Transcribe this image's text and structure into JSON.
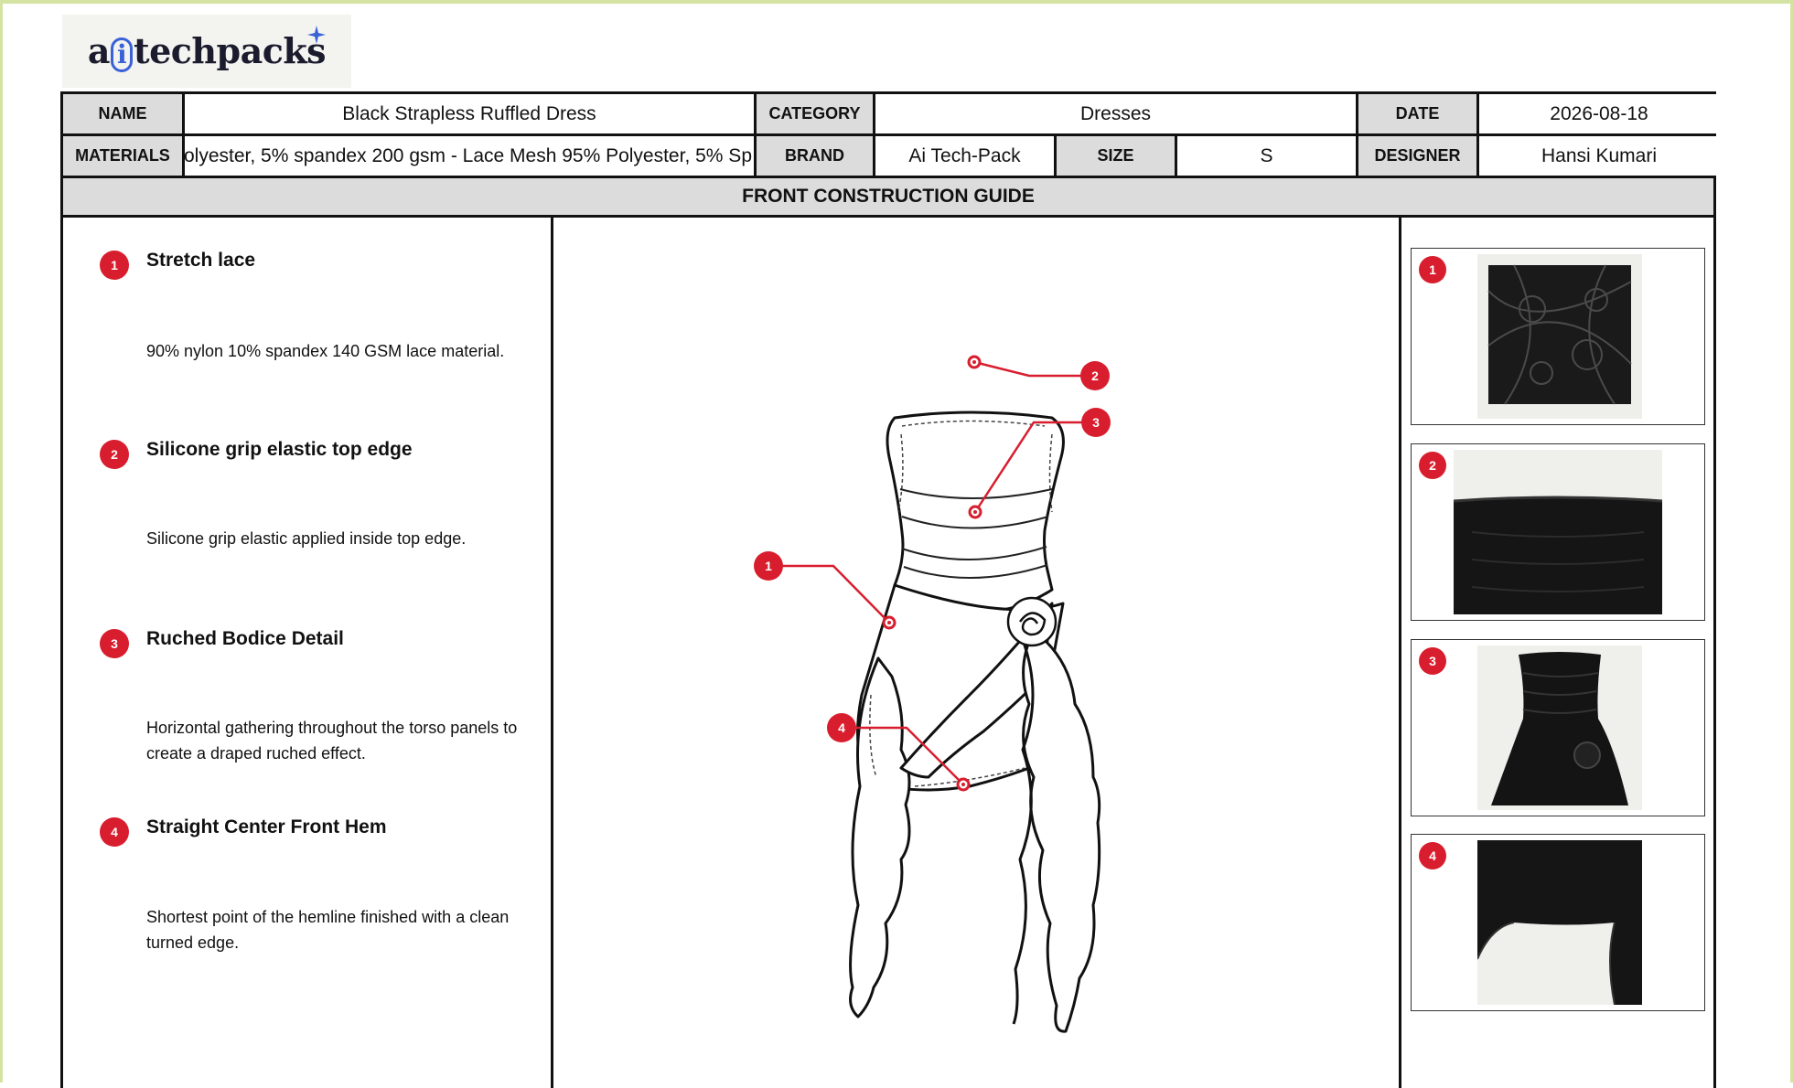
{
  "logo": {
    "text": "aitechpacks",
    "part1": "a",
    "part2": "i",
    "part3": "techpacks"
  },
  "header": {
    "name_label": "NAME",
    "name_value": "Black Strapless Ruffled Dress",
    "category_label": "CATEGORY",
    "category_value": "Dresses",
    "date_label": "DATE",
    "date_value": "2026-08-18",
    "materials_label": "MATERIALS",
    "materials_value": "olyester, 5% spandex 200 gsm - Lace Mesh 95% Polyester, 5% Sp",
    "brand_label": "BRAND",
    "brand_value": "Ai Tech-Pack",
    "size_label": "SIZE",
    "size_value": "S",
    "designer_label": "DESIGNER",
    "designer_value": "Hansi Kumari"
  },
  "section_title": "FRONT CONSTRUCTION GUIDE",
  "items": [
    {
      "number": "1",
      "title": "Stretch lace",
      "description": "90% nylon 10% spandex 140 GSM lace material."
    },
    {
      "number": "2",
      "title": "Silicone grip elastic top edge",
      "description": "Silicone grip elastic applied inside top edge."
    },
    {
      "number": "3",
      "title": "Ruched Bodice Detail",
      "description": "Horizontal gathering throughout the torso panels to create a draped ruched effect."
    },
    {
      "number": "4",
      "title": "Straight Center Front Hem",
      "description": "Shortest point of the hemline finished with a clean turned edge."
    }
  ],
  "callouts": [
    "1",
    "2",
    "3",
    "4"
  ],
  "swatches": [
    {
      "number": "1",
      "icon": "lace-fabric-photo"
    },
    {
      "number": "2",
      "icon": "elastic-top-edge-photo"
    },
    {
      "number": "3",
      "icon": "ruched-bodice-photo"
    },
    {
      "number": "4",
      "icon": "hem-detail-photo"
    }
  ],
  "colors": {
    "accent_red": "#d81e2e",
    "header_gray": "#dcdcdc",
    "logo_blue": "#3a62d8",
    "frame_green": "#d4e3a2"
  }
}
